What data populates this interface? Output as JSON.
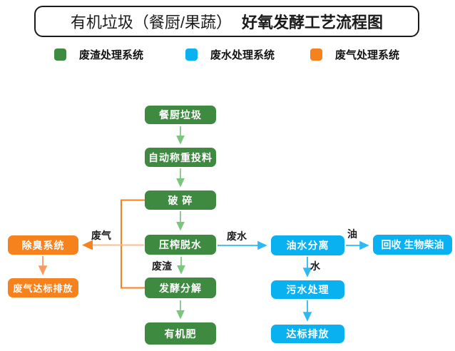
{
  "title": {
    "normal": "有机垃圾（餐厨/果蔬）",
    "bold": "好氧发酵工艺流程图"
  },
  "legend": {
    "items": [
      {
        "label": "废渣处理系统",
        "color": "#3e8a41"
      },
      {
        "label": "废水处理系统",
        "color": "#0ab1f0"
      },
      {
        "label": "废气处理系统",
        "color": "#f6821d"
      }
    ]
  },
  "nodes": {
    "kitchen_waste": "餐厨垃圾",
    "auto_weighing": "自动称重投料",
    "crushing": "破 碎",
    "press_dewatering": "压榨脱水",
    "fermentation": "发酵分解",
    "organic_fertilizer": "有机肥",
    "deodorization": "除臭系统",
    "gas_standard_discharge": "废气达标排放",
    "oil_water_separation": "油水分离",
    "biodiesel_recovery": "回收 生物柴油",
    "sewage_treatment": "污水处理",
    "standard_discharge": "达标排放"
  },
  "edge_labels": {
    "waste_gas": "废气",
    "waste_water": "废水",
    "waste_residue": "废渣",
    "oil": "油",
    "water": "水"
  },
  "edges": [
    {
      "from": "餐厨垃圾",
      "to": "自动称重投料",
      "label": ""
    },
    {
      "from": "自动称重投料",
      "to": "破 碎",
      "label": ""
    },
    {
      "from": "破 碎",
      "to": "压榨脱水",
      "label": ""
    },
    {
      "from": "压榨脱水",
      "to": "发酵分解",
      "label": "废渣"
    },
    {
      "from": "发酵分解",
      "to": "有机肥",
      "label": ""
    },
    {
      "from": "破碎/压榨脱水/发酵分解",
      "to": "除臭系统",
      "label": "废气"
    },
    {
      "from": "除臭系统",
      "to": "废气达标排放",
      "label": ""
    },
    {
      "from": "压榨脱水",
      "to": "油水分离",
      "label": "废水"
    },
    {
      "from": "油水分离",
      "to": "回收 生物柴油",
      "label": "油"
    },
    {
      "from": "油水分离",
      "to": "污水处理",
      "label": "水"
    },
    {
      "from": "污水处理",
      "to": "达标排放",
      "label": ""
    }
  ],
  "colors": {
    "residue_system_green": "#3e8a41",
    "water_system_blue": "#0ab1f0",
    "gas_system_orange": "#f6821d",
    "green_arrow": "#7cc57c",
    "blue_arrow": "#2eb8f4",
    "orange_line": "#f5821f",
    "peach_line": "#f9bd93",
    "light_orange_arrow": "#f79a61",
    "title_border": "#1b1b1b"
  }
}
